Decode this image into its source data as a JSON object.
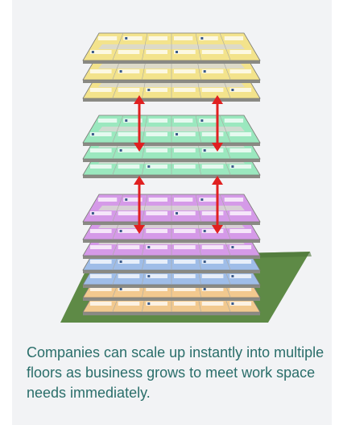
{
  "caption": "Companies can scale up instantly into multiple floors as business grows to meet work space needs immediately.",
  "colors": {
    "background": "#f2f3f5",
    "caption_text": "#2a6e6a",
    "arrow": "#e02020",
    "floor_yellow": "#f3e38c",
    "floor_green": "#9be8bf",
    "floor_purple": "#d59ae8",
    "floor_blue": "#9fbde8",
    "floor_orange": "#f2c98f",
    "ground_grass": "#5e8a46",
    "corridor_gray": "#d8d8d2"
  },
  "floor_stacks": [
    {
      "name": "top-stack",
      "color": "floor_yellow",
      "floors": 3
    },
    {
      "name": "middle-stack",
      "color": "floor_green",
      "floors": 3
    },
    {
      "name": "bottom-stack",
      "color": "floor_purple",
      "floors": 3
    },
    {
      "name": "base-blue",
      "color": "floor_blue",
      "floors": 2
    },
    {
      "name": "base-orange",
      "color": "floor_orange",
      "floors": 2
    }
  ],
  "arrows": [
    {
      "name": "arrow-top-left",
      "direction": "bidirectional"
    },
    {
      "name": "arrow-top-right",
      "direction": "bidirectional"
    },
    {
      "name": "arrow-bottom-left",
      "direction": "bidirectional"
    },
    {
      "name": "arrow-bottom-right",
      "direction": "bidirectional"
    }
  ]
}
